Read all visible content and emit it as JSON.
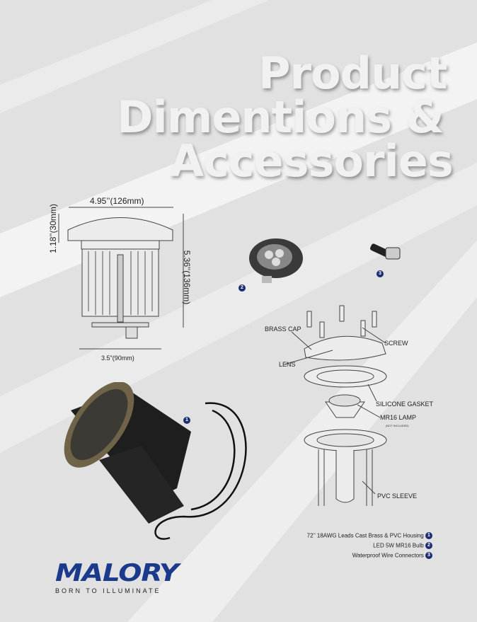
{
  "title": {
    "line1": "Product",
    "line2": "Dimentions &",
    "line3": "Accessories"
  },
  "dimensions": {
    "width_top": "4.95’’(126mm)",
    "height_cap": "1.18’’(30mm)",
    "height_total": "5.36’’(136mm)",
    "width_bottom": "3.5\"(90mm)"
  },
  "parts": {
    "brass_cap": "BRASS CAP",
    "screw": "SCREW",
    "lens": "LENS",
    "gasket": "SILICONE GASKET",
    "lamp": "MR16 LAMP",
    "lamp_note": "(NOT INCLUDED)",
    "sleeve": "PVC SLEEVE"
  },
  "accessories": [
    {
      "num": "1",
      "label": "72’’ 18AWG  Leads Cast Brass & PVC Housing"
    },
    {
      "num": "2",
      "label": "LED 5W MR16 Bulb"
    },
    {
      "num": "3",
      "label": "Waterproof  Wire Connectors"
    }
  ],
  "brand": {
    "name": "MALORY",
    "tagline": "BORN TO ILLUMINATE",
    "color": "#1c3a8c"
  },
  "colors": {
    "background": "#e1e1e1",
    "badge": "#1c2e73"
  }
}
